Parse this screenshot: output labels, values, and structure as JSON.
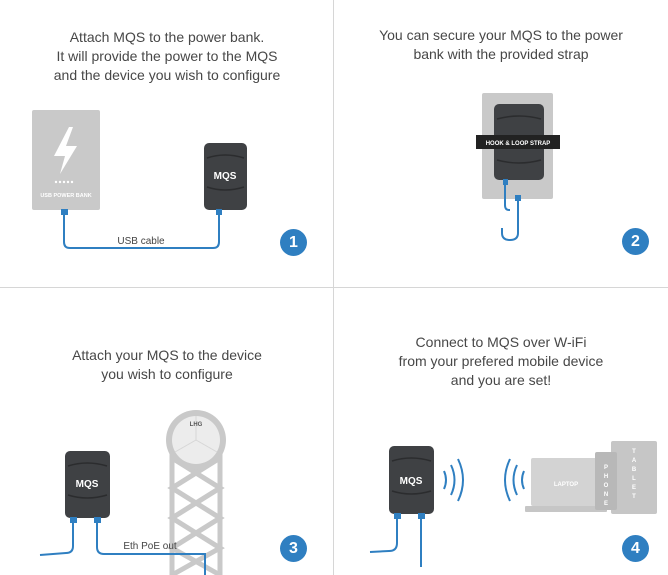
{
  "steps": [
    {
      "number": "1",
      "caption": [
        "Attach MQS to the power bank.",
        "It will provide the power to the MQS",
        "and the device you wish to configure"
      ],
      "labels": {
        "power_bank": "USB POWER BANK",
        "device": "MQS",
        "cable": "USB cable"
      }
    },
    {
      "number": "2",
      "caption": [
        "You can secure your MQS to the power",
        "bank with the provided strap"
      ],
      "labels": {
        "strap": "HOOK & LOOP STRAP"
      }
    },
    {
      "number": "3",
      "caption": [
        "Attach your MQS to the device",
        "you wish to configure"
      ],
      "labels": {
        "device": "MQS",
        "antenna": "LHG",
        "cable": "Eth PoE out"
      }
    },
    {
      "number": "4",
      "caption": [
        "Connect to MQS over W-iFi",
        "from your prefered mobile device",
        "and you are set!"
      ],
      "labels": {
        "device": "MQS",
        "laptop": "LAPTOP",
        "phone": "PHONE",
        "tablet": "TABLET"
      }
    }
  ],
  "colors": {
    "accent": "#2f7fc1",
    "device": "#3f4144",
    "power_bank": "#c9c9c9",
    "divider": "#d6d6d6"
  },
  "icons": [
    "lightning-icon",
    "wifi-waves-icon"
  ]
}
